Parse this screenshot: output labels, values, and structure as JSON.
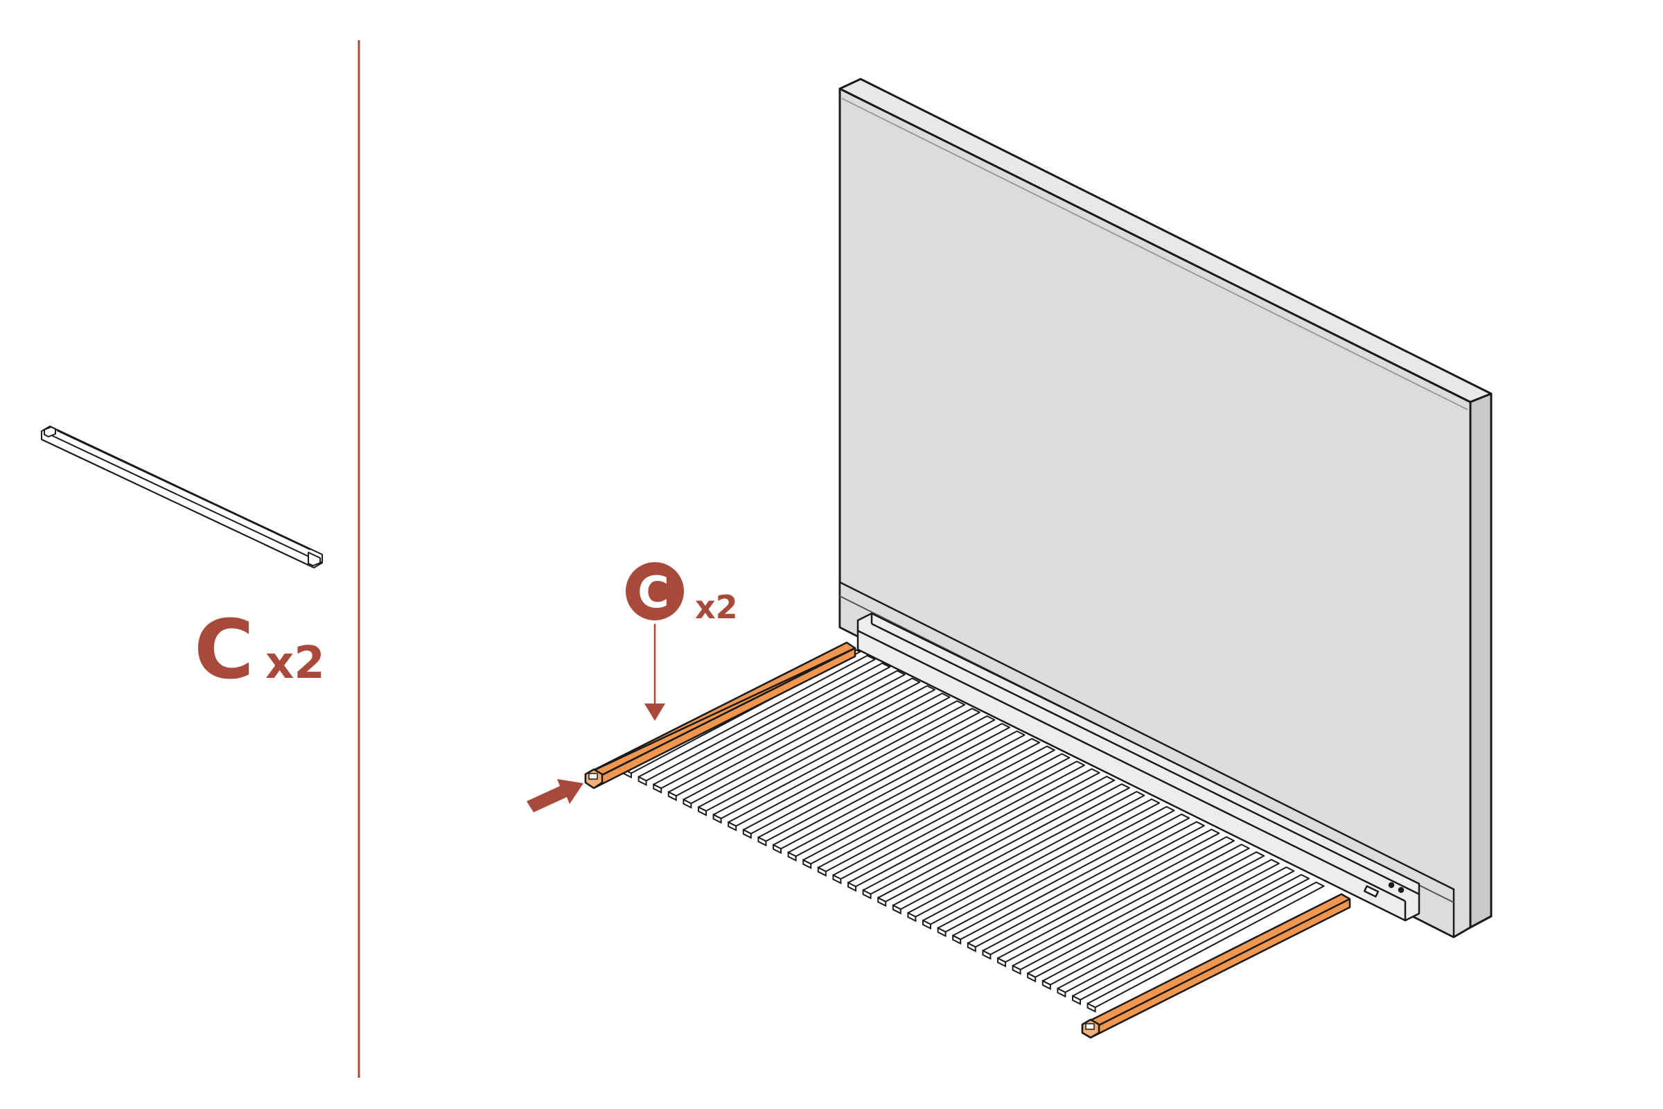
{
  "parts_panel": {
    "part_letter": "C",
    "part_quantity": "x2"
  },
  "assembly": {
    "callout_letter": "C",
    "callout_quantity": "x2"
  },
  "colors": {
    "accent": "#A84A3B",
    "part_highlight": "#F0964E",
    "panel_fill": "#DCDCDC",
    "outline": "#1A1A1A"
  },
  "icons": [
    "part-c-icon",
    "headboard-icon",
    "slat-base-icon",
    "insert-arrow-icon",
    "down-arrow-icon"
  ]
}
